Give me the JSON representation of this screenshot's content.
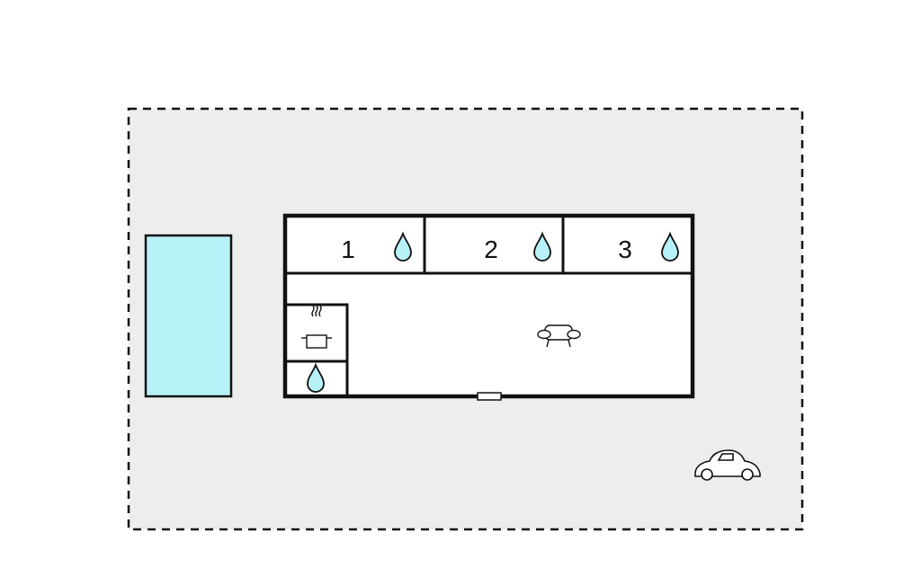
{
  "colors": {
    "plot": "#ECEEEE",
    "pool": "#B6F2F8",
    "water": "#B6F2F8",
    "stroke": "#111111",
    "interior": "#FFFFFF"
  },
  "icons": {
    "pool": "pool-rect",
    "bathroom": "water-drop-icon",
    "kitchen": "cooking-pot-icon",
    "living": "sofa-icon",
    "parking": "car-icon",
    "entrance": "door-icon"
  },
  "rooms": [
    {
      "label": "1",
      "has_bathroom": true
    },
    {
      "label": "2",
      "has_bathroom": true
    },
    {
      "label": "3",
      "has_bathroom": true
    }
  ]
}
